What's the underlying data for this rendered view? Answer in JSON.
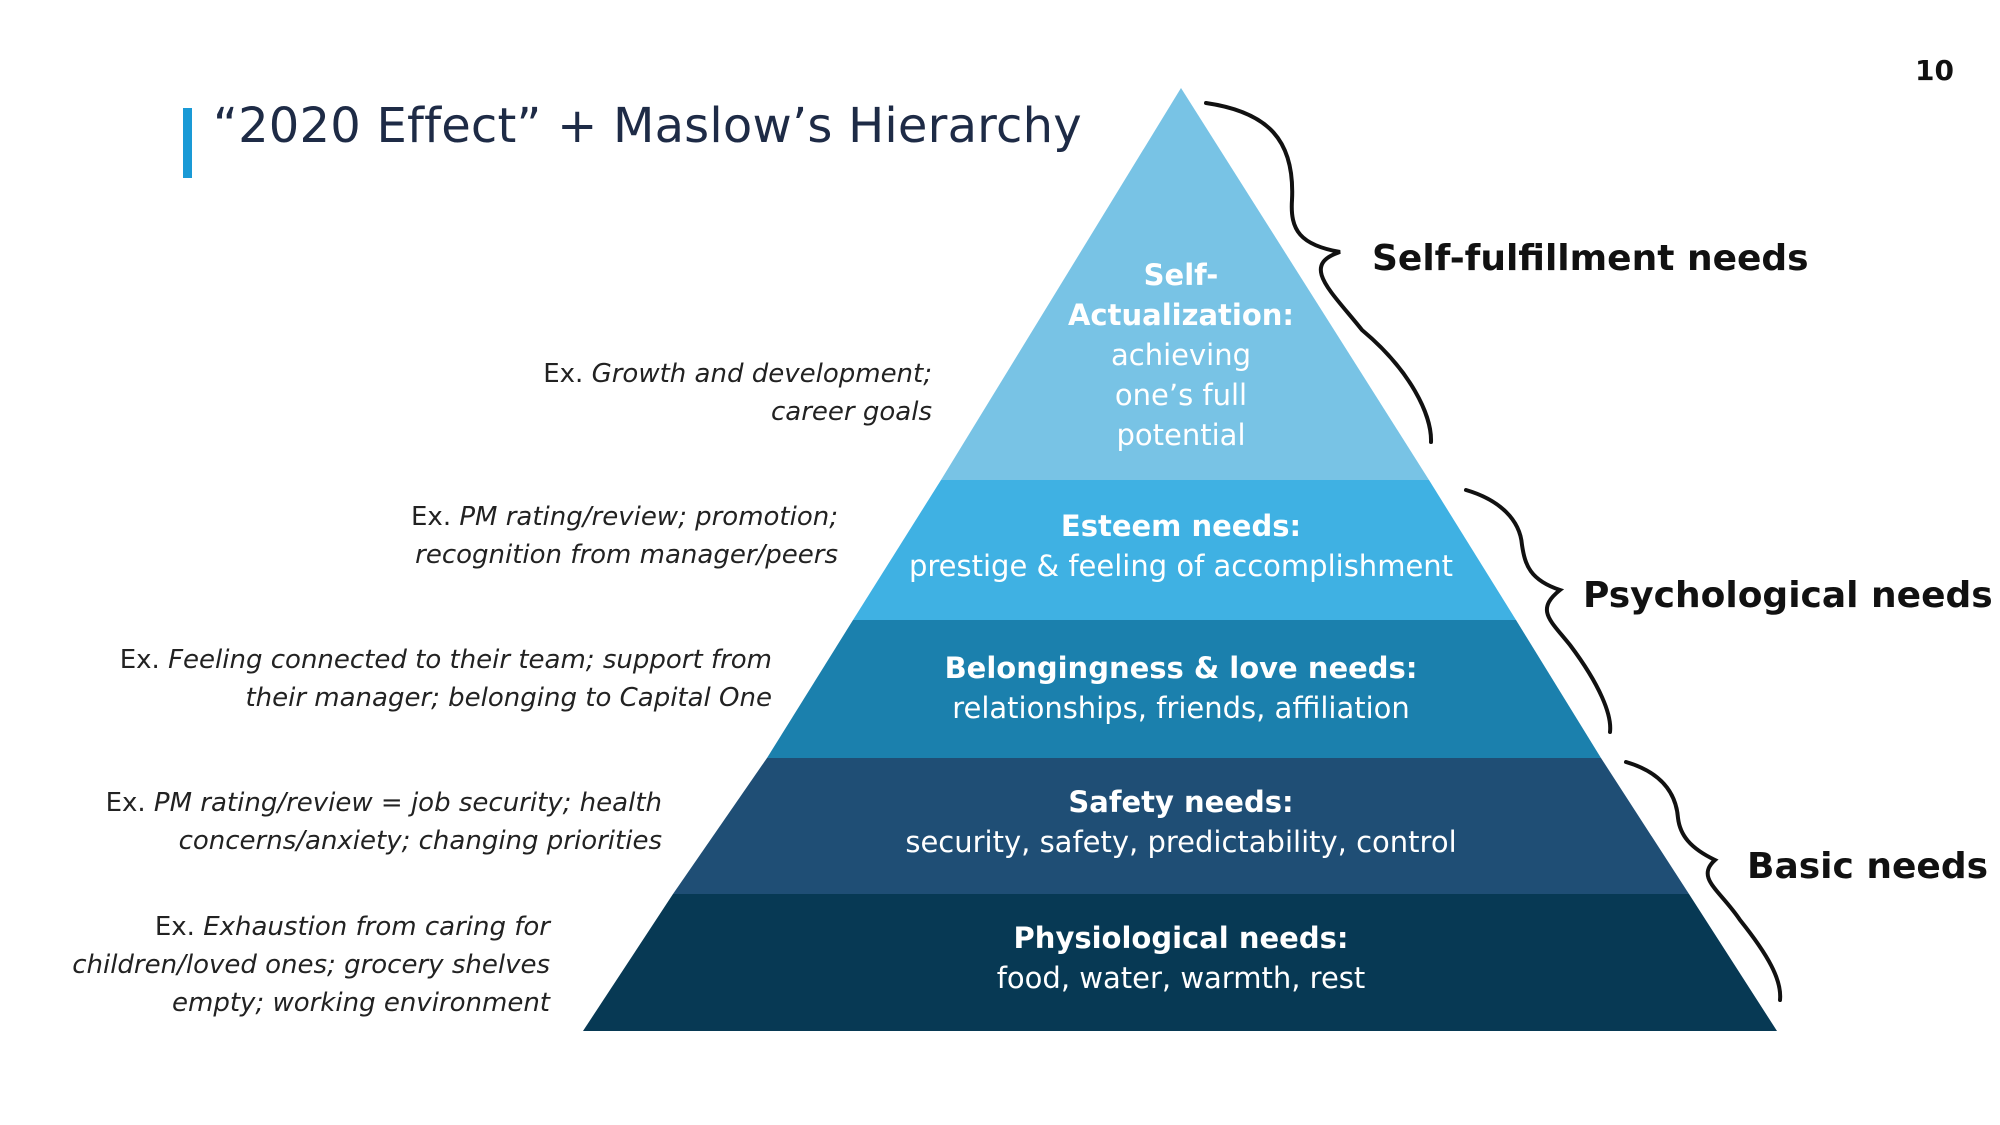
{
  "slide": {
    "title": "“2020 Effect” + Maslow’s Hierarchy",
    "page_number": "10",
    "accent_color": "#1a9ad6"
  },
  "pyramid": {
    "levels": [
      {
        "id": "self-actualization",
        "title": "Self-Actualization:",
        "title_lines": [
          "Self-",
          "Actualization:"
        ],
        "desc_lines": [
          "achieving",
          "one’s full",
          "potential"
        ],
        "color": "#78c3e5"
      },
      {
        "id": "esteem",
        "title": "Esteem needs:",
        "desc": "prestige & feeling of accomplishment",
        "color": "#3fb1e3"
      },
      {
        "id": "belonging",
        "title": "Belongingness & love needs:",
        "desc": "relationships, friends, affiliation",
        "color": "#1b80ad"
      },
      {
        "id": "safety",
        "title": "Safety needs:",
        "desc": "security, safety, predictability, control",
        "color": "#1f4e75"
      },
      {
        "id": "physiological",
        "title": "Physiological needs:",
        "desc": "food, water, warmth, rest",
        "color": "#073954"
      }
    ]
  },
  "examples": [
    {
      "prefix": "Ex.",
      "lines": [
        "Growth and development;",
        "career goals"
      ]
    },
    {
      "prefix": "Ex.",
      "lines": [
        "PM rating/review; promotion;",
        "recognition from manager/peers"
      ]
    },
    {
      "prefix": "Ex.",
      "lines": [
        "Feeling connected to their team; support from",
        "their manager; belonging to Capital One"
      ]
    },
    {
      "prefix": "Ex.",
      "lines": [
        "PM rating/review = job security; health",
        "concerns/anxiety; changing priorities"
      ]
    },
    {
      "prefix": "Ex.",
      "lines": [
        "Exhaustion from caring for",
        "children/loved ones; grocery shelves",
        "empty; working environment"
      ]
    }
  ],
  "groups": [
    {
      "label": "Self-fulfillment needs"
    },
    {
      "label": "Psychological needs"
    },
    {
      "label": "Basic needs"
    }
  ]
}
